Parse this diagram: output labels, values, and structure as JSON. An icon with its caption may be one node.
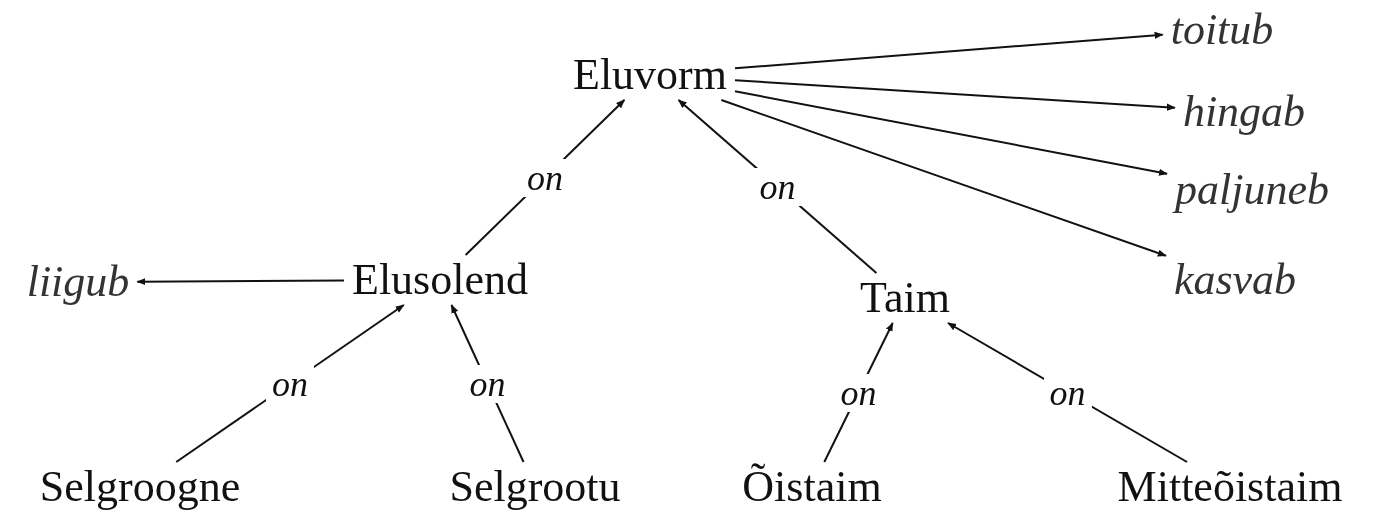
{
  "diagram": {
    "nodes": [
      {
        "text": [
          "Eluvorm"
        ]
      },
      {
        "text": [
          "toitub"
        ]
      },
      {
        "text": [
          "hingab"
        ]
      },
      {
        "text": [
          "paljuneb"
        ]
      },
      {
        "text": [
          "kasvab"
        ]
      },
      {
        "text": [
          "liigub"
        ]
      },
      {
        "text": [
          "Elusolend"
        ]
      },
      {
        "text": [
          "Taim"
        ]
      },
      {
        "text": [
          "Selgroogne"
        ]
      },
      {
        "text": [
          "Selgrootu"
        ]
      },
      {
        "text": [
          "Õistaim"
        ]
      },
      {
        "text": [
          "Mitteõistaim"
        ]
      }
    ],
    "edges": [
      {
        "from": 0,
        "to": 1,
        "arrow": "to"
      },
      {
        "from": 0,
        "to": 2,
        "arrow": "to"
      },
      {
        "from": 0,
        "to": 3,
        "arrow": "to"
      },
      {
        "from": 0,
        "to": 4,
        "arrow": "to"
      },
      {
        "from": 6,
        "to": 5,
        "arrow": "to"
      },
      {
        "from": 6,
        "to": 0,
        "label": "on",
        "arrow": "to"
      },
      {
        "from": 7,
        "to": 0,
        "label": "on",
        "arrow": "to"
      },
      {
        "from": 8,
        "to": 6,
        "label": "on",
        "arrow": "to"
      },
      {
        "from": 9,
        "to": 6,
        "label": "on",
        "arrow": "to"
      },
      {
        "from": 10,
        "to": 7,
        "label": "on",
        "arrow": "to"
      },
      {
        "from": 11,
        "to": 7,
        "label": "on",
        "arrow": "to"
      }
    ]
  }
}
